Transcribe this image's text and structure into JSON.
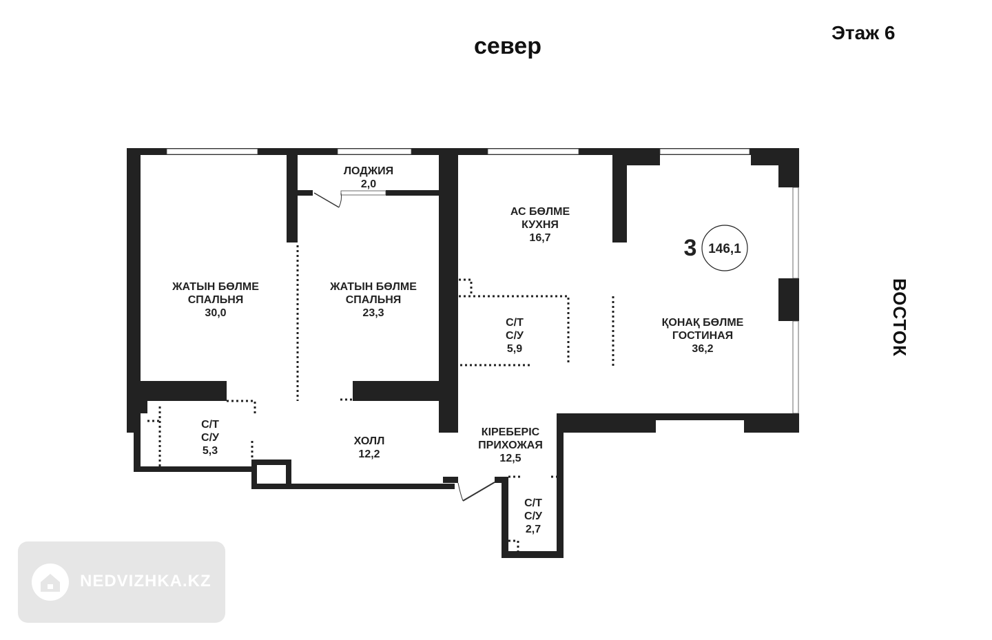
{
  "header": {
    "north": "север",
    "floor": "Этаж 6",
    "east": "ВОСТОК"
  },
  "apartment": {
    "rooms_count": "3",
    "total_area": "146,1"
  },
  "rooms": [
    {
      "kz": "ЖАТЫН БӨЛМЕ",
      "ru": "СПАЛЬНЯ",
      "area": "30,0"
    },
    {
      "kz": "ЖАТЫН БӨЛМЕ",
      "ru": "СПАЛЬНЯ",
      "area": "23,3"
    },
    {
      "ru": "ЛОДЖИЯ",
      "area": "2,0"
    },
    {
      "kz": "АС БӨЛМЕ",
      "ru": "КУХНЯ",
      "area": "16,7"
    },
    {
      "kz": "С/Т",
      "ru": "С/У",
      "area": "5,9"
    },
    {
      "kz": "ҚОНАҚ БӨЛМЕ",
      "ru": "ГОСТИНАЯ",
      "area": "36,2"
    },
    {
      "kz": "С/Т",
      "ru": "С/У",
      "area": "5,3"
    },
    {
      "ru": "ХОЛЛ",
      "area": "12,2"
    },
    {
      "kz": "КІРЕБЕРІС",
      "ru": "ПРИХОЖАЯ",
      "area": "12,5"
    },
    {
      "kz": "С/Т",
      "ru": "С/У",
      "area": "2,7"
    }
  ],
  "watermark": {
    "text": "NEDVIZHKA.KZ",
    "icon": "house-icon"
  }
}
